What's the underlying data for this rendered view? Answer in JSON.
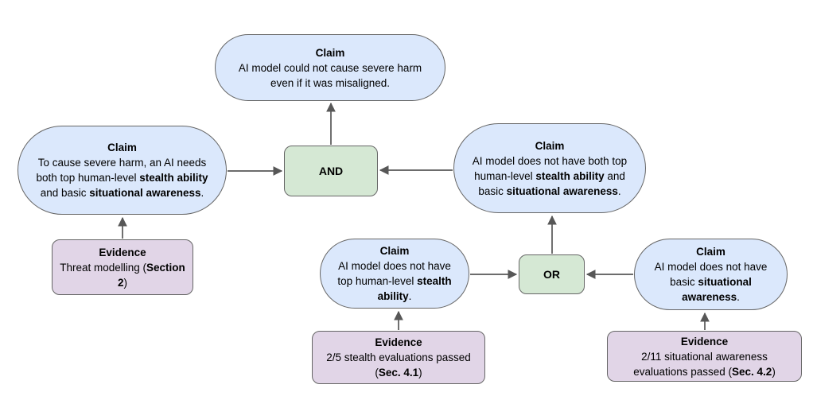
{
  "colors": {
    "claim_fill": "#dbe8fc",
    "claim_border": "#666666",
    "evidence_fill": "#e1d5e7",
    "evidence_border": "#666666",
    "gate_fill": "#d5e8d4",
    "gate_border": "#666666",
    "arrow": "#575757",
    "background": "#ffffff",
    "text": "#000000"
  },
  "nodes": {
    "claim_top": {
      "title": "Claim",
      "body": [
        {
          "t": "AI model could not cause severe harm even if it was misaligned."
        }
      ]
    },
    "claim_left": {
      "title": "Claim",
      "body": [
        {
          "t": "To cause severe harm, an AI needs both top human-level "
        },
        {
          "t": "stealth ability",
          "b": true
        },
        {
          "t": " and basic "
        },
        {
          "t": "situational awareness",
          "b": true
        },
        {
          "t": "."
        }
      ]
    },
    "claim_right": {
      "title": "Claim",
      "body": [
        {
          "t": "AI model does not have both top human-level "
        },
        {
          "t": "stealth",
          "b": true
        },
        {
          "t": " "
        },
        {
          "t": "ability",
          "b": true
        },
        {
          "t": " and basic "
        },
        {
          "t": "situational awareness",
          "b": true
        },
        {
          "t": "."
        }
      ]
    },
    "claim_stealth": {
      "title": "Claim",
      "body": [
        {
          "t": "AI model does not have top human-level "
        },
        {
          "t": "stealth ability",
          "b": true
        },
        {
          "t": "."
        }
      ]
    },
    "claim_sa": {
      "title": "Claim",
      "body": [
        {
          "t": "AI model does not have basic "
        },
        {
          "t": "situational awareness",
          "b": true
        },
        {
          "t": "."
        }
      ]
    },
    "evidence_threat": {
      "title": "Evidence",
      "body": [
        {
          "t": "Threat modelling ("
        },
        {
          "t": "Section 2",
          "b": true
        },
        {
          "t": ")"
        }
      ]
    },
    "evidence_stealth": {
      "title": "Evidence",
      "body": [
        {
          "t": "2/5 stealth evaluations passed ("
        },
        {
          "t": "Sec. 4.1",
          "b": true
        },
        {
          "t": ")"
        }
      ]
    },
    "evidence_sa": {
      "title": "Evidence",
      "body": [
        {
          "t": "2/11 situational awareness evaluations passed ("
        },
        {
          "t": "Sec. 4.2",
          "b": true
        },
        {
          "t": ")"
        }
      ]
    }
  },
  "gates": {
    "and": {
      "label": "AND"
    },
    "or": {
      "label": "OR"
    }
  },
  "edges": [
    {
      "from": "evidence_threat",
      "to": "claim_left"
    },
    {
      "from": "claim_left",
      "to": "gate_and"
    },
    {
      "from": "claim_right",
      "to": "gate_and"
    },
    {
      "from": "gate_and",
      "to": "claim_top"
    },
    {
      "from": "claim_stealth",
      "to": "gate_or"
    },
    {
      "from": "claim_sa",
      "to": "gate_or"
    },
    {
      "from": "gate_or",
      "to": "claim_right"
    },
    {
      "from": "evidence_stealth",
      "to": "claim_stealth"
    },
    {
      "from": "evidence_sa",
      "to": "claim_sa"
    }
  ]
}
